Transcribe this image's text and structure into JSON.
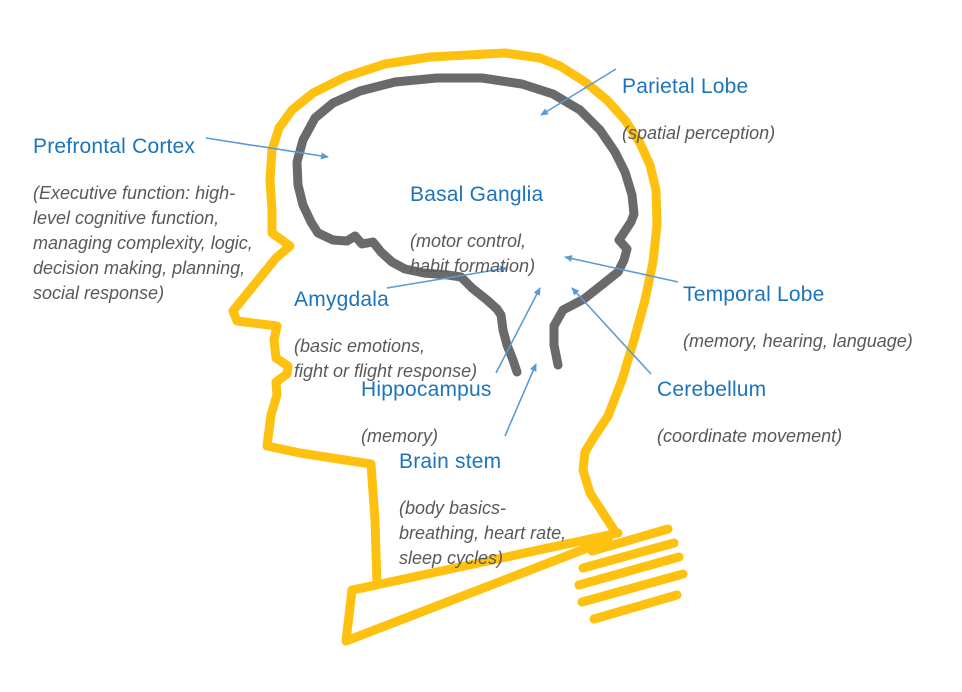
{
  "colors": {
    "head_outline": "#FFC110",
    "brain_outline": "#6A6A6A",
    "label_blue": "#1B74BC",
    "description_gray": "#595959",
    "arrow_blue": "#5B9BD5",
    "background": "#FFFFFF"
  },
  "regions": [
    {
      "name": "Prefrontal Cortex",
      "desc": "(Executive function: high-\nlevel cognitive function,\nmanaging complexity, logic,\ndecision making, planning,\nsocial response)"
    },
    {
      "name": "Parietal Lobe",
      "desc": "(spatial perception)"
    },
    {
      "name": "Basal Ganglia",
      "desc": "(motor control,\nhabit formation)"
    },
    {
      "name": "Amygdala",
      "desc": "(basic emotions,\nfight or flight response)"
    },
    {
      "name": "Temporal Lobe",
      "desc": "(memory, hearing, language)"
    },
    {
      "name": "Hippocampus",
      "desc": "(memory)"
    },
    {
      "name": "Cerebellum",
      "desc": "(coordinate movement)"
    },
    {
      "name": "Brain stem",
      "desc": "(body basics-\nbreathing, heart rate,\nsleep cycles)"
    }
  ]
}
